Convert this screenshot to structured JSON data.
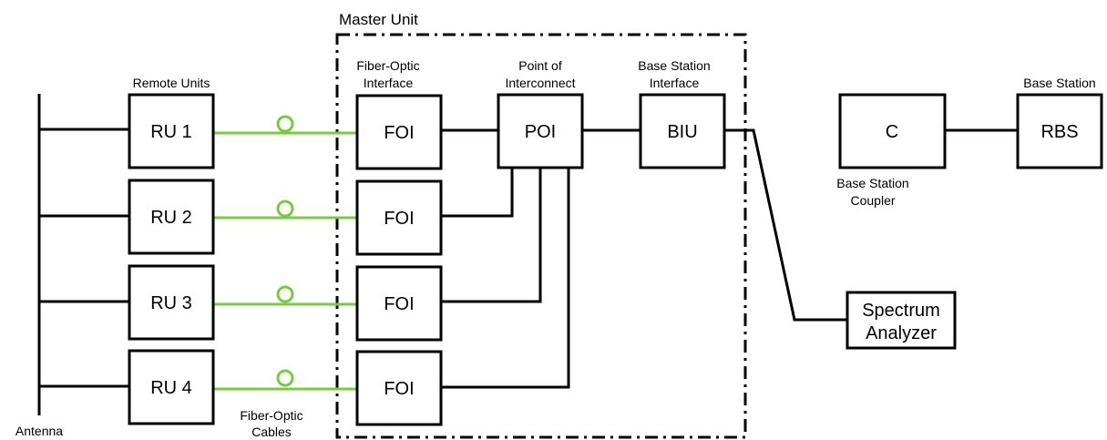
{
  "master_unit": {
    "label": "Master Unit"
  },
  "headers": {
    "remote_units": "Remote Units",
    "fiber_optic_interface": [
      "Fiber-Optic",
      "Interface"
    ],
    "point_of_interconnect": [
      "Point of",
      "Interconnect"
    ],
    "base_station_interface": [
      "Base Station",
      "Interface"
    ],
    "base_station": "Base Station",
    "base_station_coupler": [
      "Base Station",
      "Coupler"
    ],
    "antenna": "Antenna",
    "fiber_optic_cables": [
      "Fiber-Optic",
      "Cables"
    ]
  },
  "remote_units": [
    "RU 1",
    "RU 2",
    "RU 3",
    "RU 4"
  ],
  "foi_units": [
    "FOI",
    "FOI",
    "FOI",
    "FOI"
  ],
  "poi": "POI",
  "biu": "BIU",
  "coupler": "C",
  "rbs": "RBS",
  "spectrum_analyzer": [
    "Spectrum",
    "Analyzer"
  ],
  "colors": {
    "line": "#000000",
    "fiber": "#7ac943",
    "box_fill": "#ffffff"
  }
}
